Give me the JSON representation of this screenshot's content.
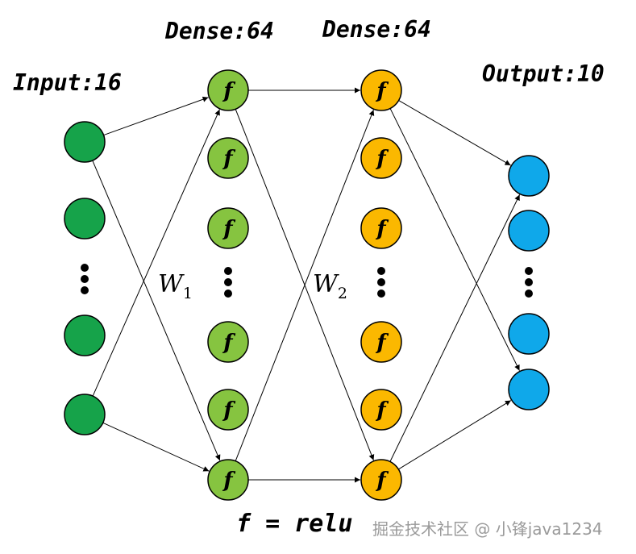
{
  "layers": {
    "input": {
      "title": "Input:16",
      "color": "#16a34a"
    },
    "dense1": {
      "title": "Dense:64",
      "color": "#86c440",
      "unit_label": "f"
    },
    "dense2": {
      "title": "Dense:64",
      "color": "#fbb800",
      "unit_label": "f"
    },
    "output": {
      "title": "Output:10",
      "color": "#0fa8ea"
    }
  },
  "weights": {
    "w1": "W",
    "w1_sub": "1",
    "w2": "W",
    "w2_sub": "2"
  },
  "formula": "f = relu",
  "watermark": "掘金技术社区 @ 小锋java1234"
}
